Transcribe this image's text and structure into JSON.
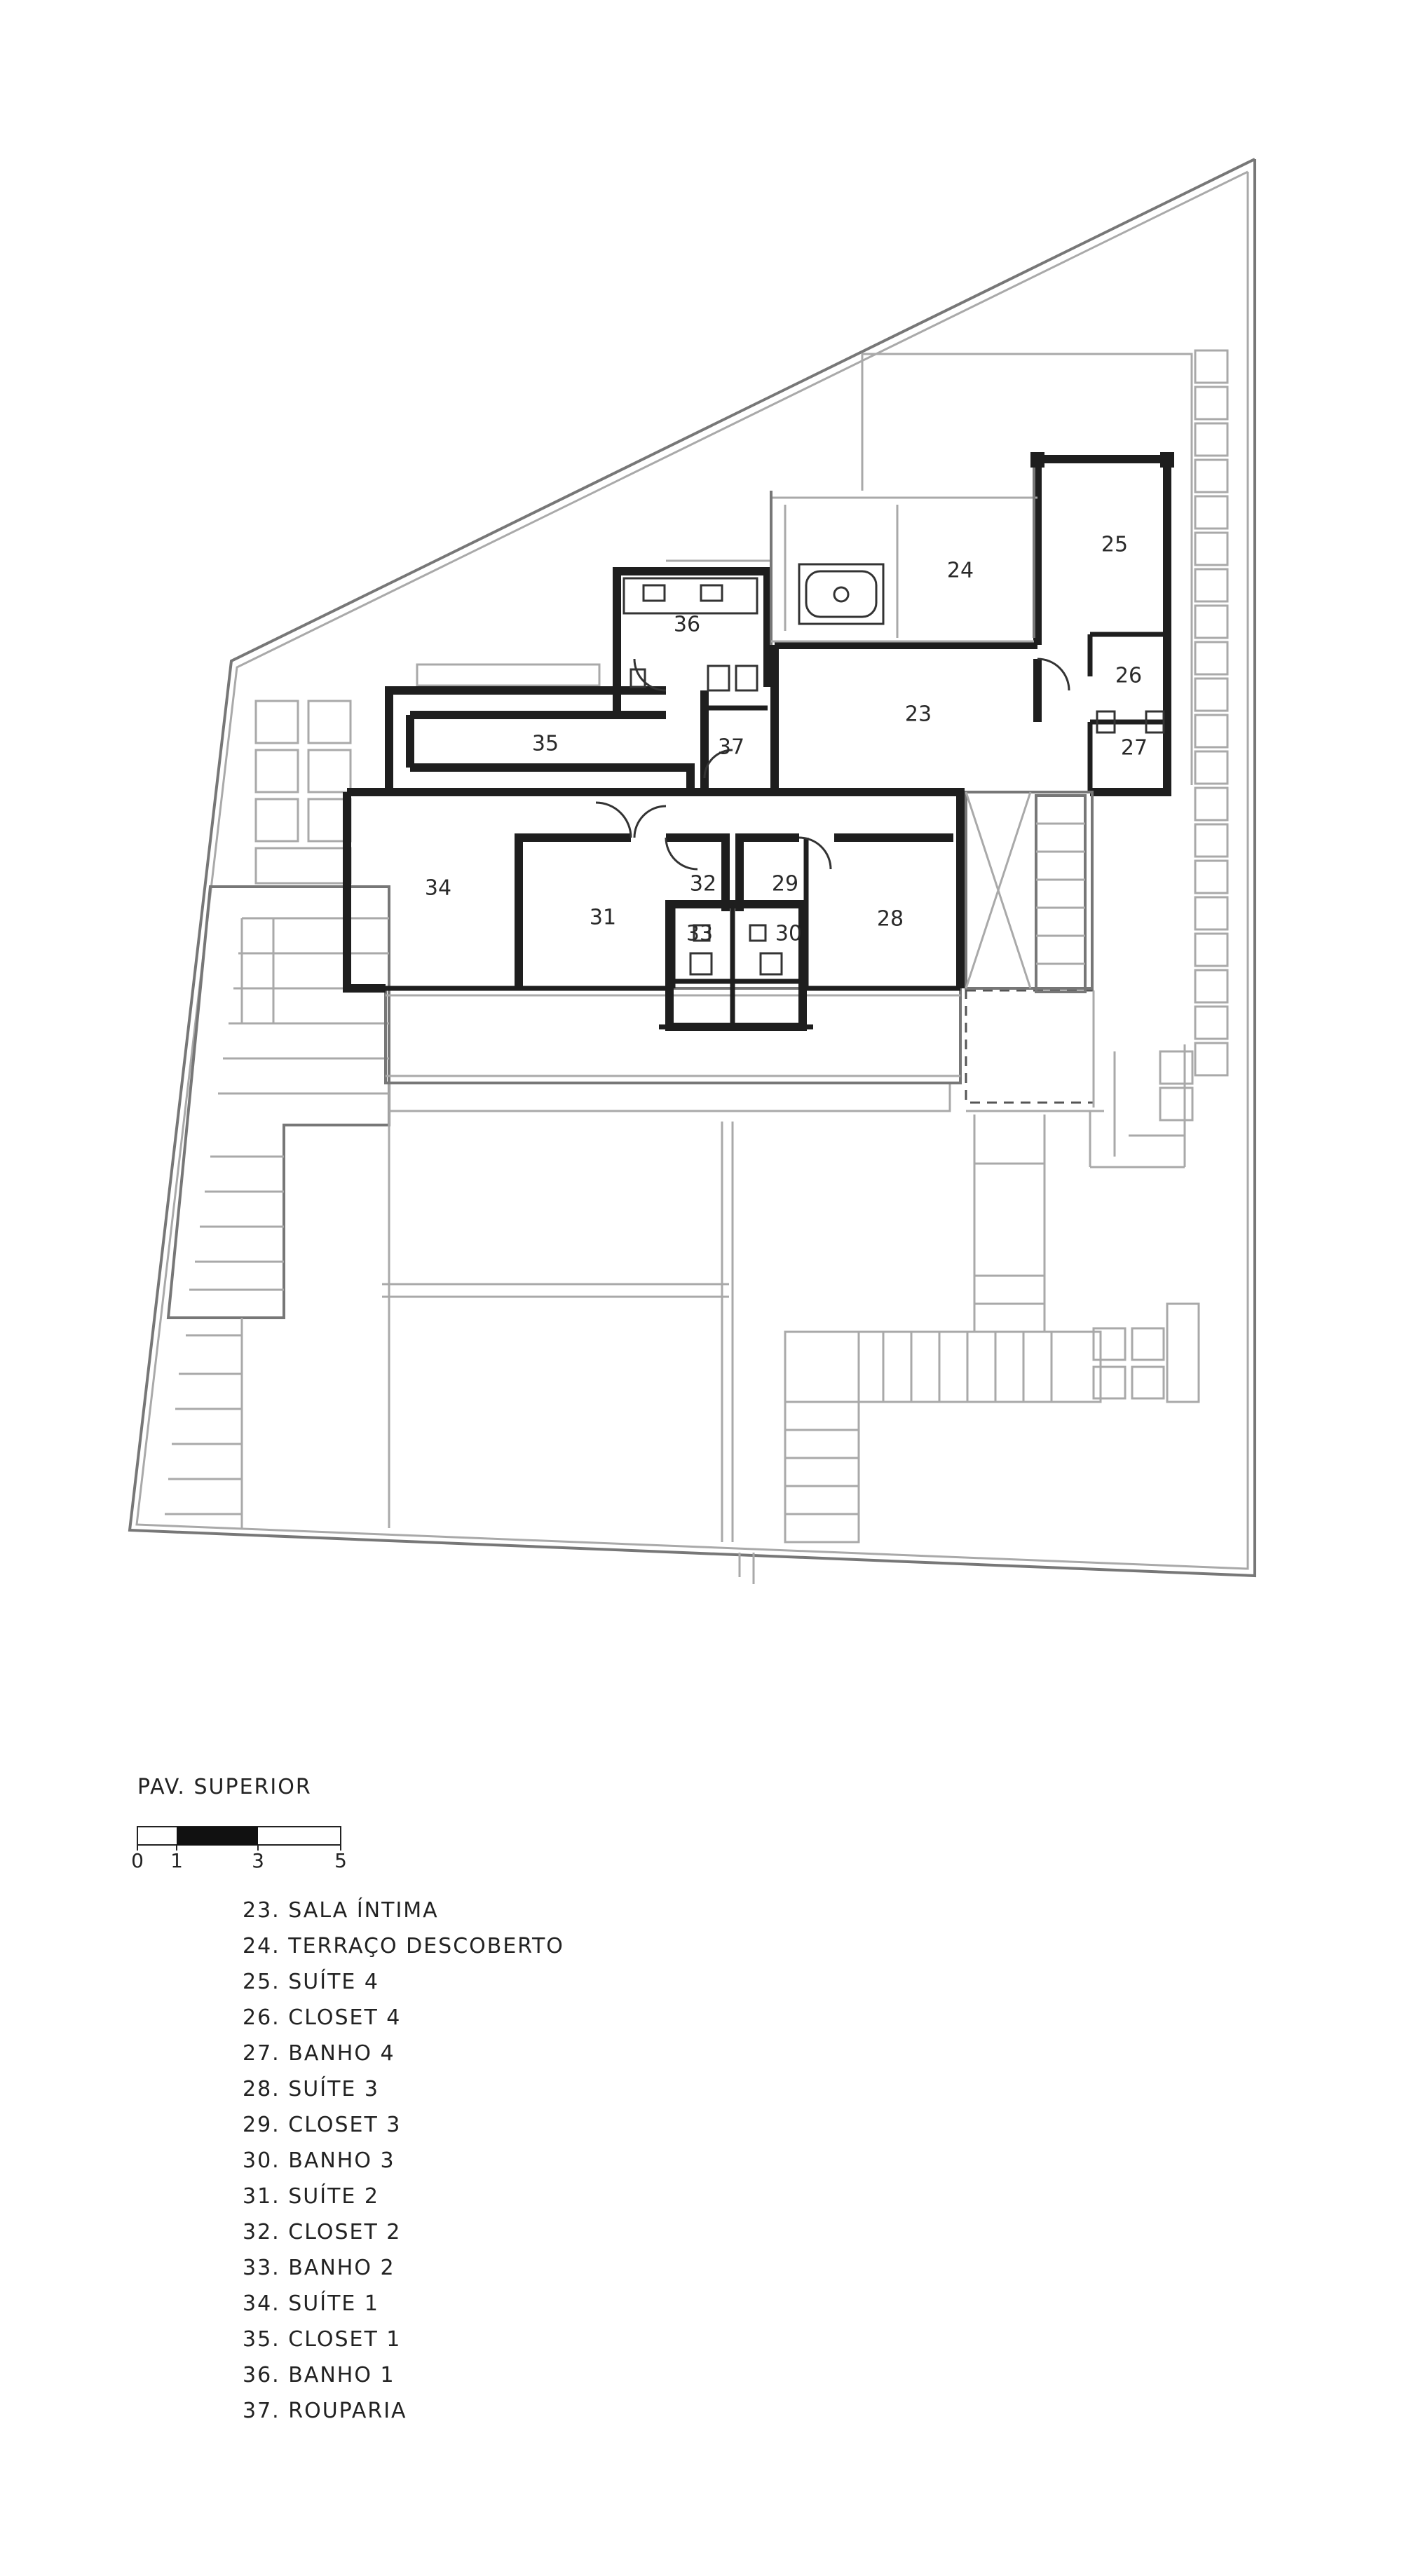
{
  "title": "PAV. SUPERIOR",
  "scale_bar": {
    "ticks": [
      "0",
      "1",
      "3",
      "5"
    ],
    "unit": ""
  },
  "room_labels": [
    {
      "id": "23",
      "text": "23"
    },
    {
      "id": "24",
      "text": "24"
    },
    {
      "id": "25",
      "text": "25"
    },
    {
      "id": "26",
      "text": "26"
    },
    {
      "id": "27",
      "text": "27"
    },
    {
      "id": "28",
      "text": "28"
    },
    {
      "id": "29",
      "text": "29"
    },
    {
      "id": "30",
      "text": "30"
    },
    {
      "id": "31",
      "text": "31"
    },
    {
      "id": "32",
      "text": "32"
    },
    {
      "id": "33",
      "text": "33"
    },
    {
      "id": "34",
      "text": "34"
    },
    {
      "id": "35",
      "text": "35"
    },
    {
      "id": "36",
      "text": "36"
    },
    {
      "id": "37",
      "text": "37"
    }
  ],
  "legend": [
    "23. SALA ÍNTIMA",
    "24. TERRAÇO DESCOBERTO",
    "25. SUÍTE 4",
    "26. CLOSET 4",
    "27. BANHO 4",
    "28. SUÍTE 3",
    "29. CLOSET 3",
    "30. BANHO 3",
    "31. SUÍTE 2",
    "32. CLOSET 2",
    "33. BANHO 2",
    "34. SUÍTE 1",
    "35. CLOSET 1",
    "36. BANHO 1",
    "37. ROUPARIA"
  ]
}
